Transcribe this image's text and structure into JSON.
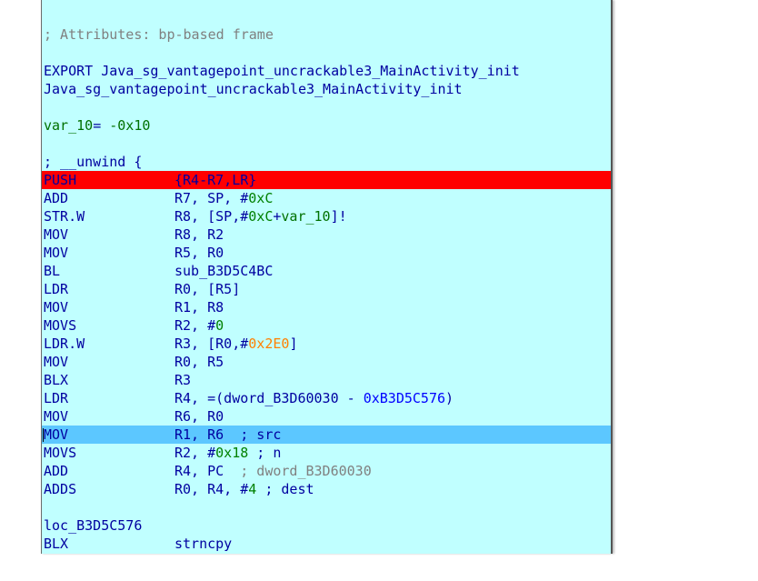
{
  "listing": {
    "attributes_comment": "; Attributes: bp-based frame",
    "export_line": "EXPORT Java_sg_vantagepoint_uncrackable3_MainActivity_init",
    "function_name": "Java_sg_vantagepoint_uncrackable3_MainActivity_init",
    "var_decl": {
      "name": "var_10",
      "eq": "= ",
      "value": "-0x10"
    },
    "unwind": "; __unwind {",
    "instructions": [
      {
        "mnemonic": "PUSH",
        "operands": "{R4-R7,LR}",
        "highlight": "red"
      },
      {
        "mnemonic": "ADD",
        "op_a": "R7, SP, #",
        "op_num": "0xC"
      },
      {
        "mnemonic": "STR.W",
        "op_a": "R8, [SP,#",
        "op_num": "0xC",
        "op_b": "+",
        "op_var": "var_10",
        "op_c": "]!"
      },
      {
        "mnemonic": "MOV",
        "operands": "R8, R2"
      },
      {
        "mnemonic": "MOV",
        "operands": "R5, R0"
      },
      {
        "mnemonic": "BL",
        "operands": "sub_B3D5C4BC"
      },
      {
        "mnemonic": "LDR",
        "operands": "R0, [R5]"
      },
      {
        "mnemonic": "MOV",
        "operands": "R1, R8"
      },
      {
        "mnemonic": "MOVS",
        "op_a": "R2, #",
        "op_num": "0"
      },
      {
        "mnemonic": "LDR.W",
        "op_a": "R3, [R0,#",
        "op_hex": "0x2E0",
        "op_c": "]"
      },
      {
        "mnemonic": "MOV",
        "operands": "R0, R5"
      },
      {
        "mnemonic": "BLX",
        "operands": "R3"
      },
      {
        "mnemonic": "LDR",
        "op_a": "R4, =(dword_B3D60030 - ",
        "op_blue": "0xB3D5C576",
        "op_c": ")"
      },
      {
        "mnemonic": "MOV",
        "operands": "R6, R0"
      },
      {
        "mnemonic": "MOV",
        "operands": "R1, R6",
        "comment": "; src",
        "highlight": "blue"
      },
      {
        "mnemonic": "MOVS",
        "op_a": "R2, #",
        "op_num": "0x18",
        "comment": " ; n"
      },
      {
        "mnemonic": "ADD",
        "operands": "R4, PC",
        "comment_gray": "; dword_B3D60030"
      },
      {
        "mnemonic": "ADDS",
        "op_a": "R0, R4, #",
        "op_num": "4",
        "comment": " ; dest"
      }
    ],
    "loc_label": "loc_B3D5C576",
    "final_instruction": {
      "mnemonic": "BLX",
      "operands": "strncpy"
    }
  },
  "colors": {
    "panel_bg": "#c0ffff",
    "breakpoint_line": "#ff0000",
    "current_line": "#5cc7ff",
    "instruction": "#0000a0",
    "number": "#008000",
    "hex_constant": "#ff8000",
    "comment": "#808080"
  }
}
